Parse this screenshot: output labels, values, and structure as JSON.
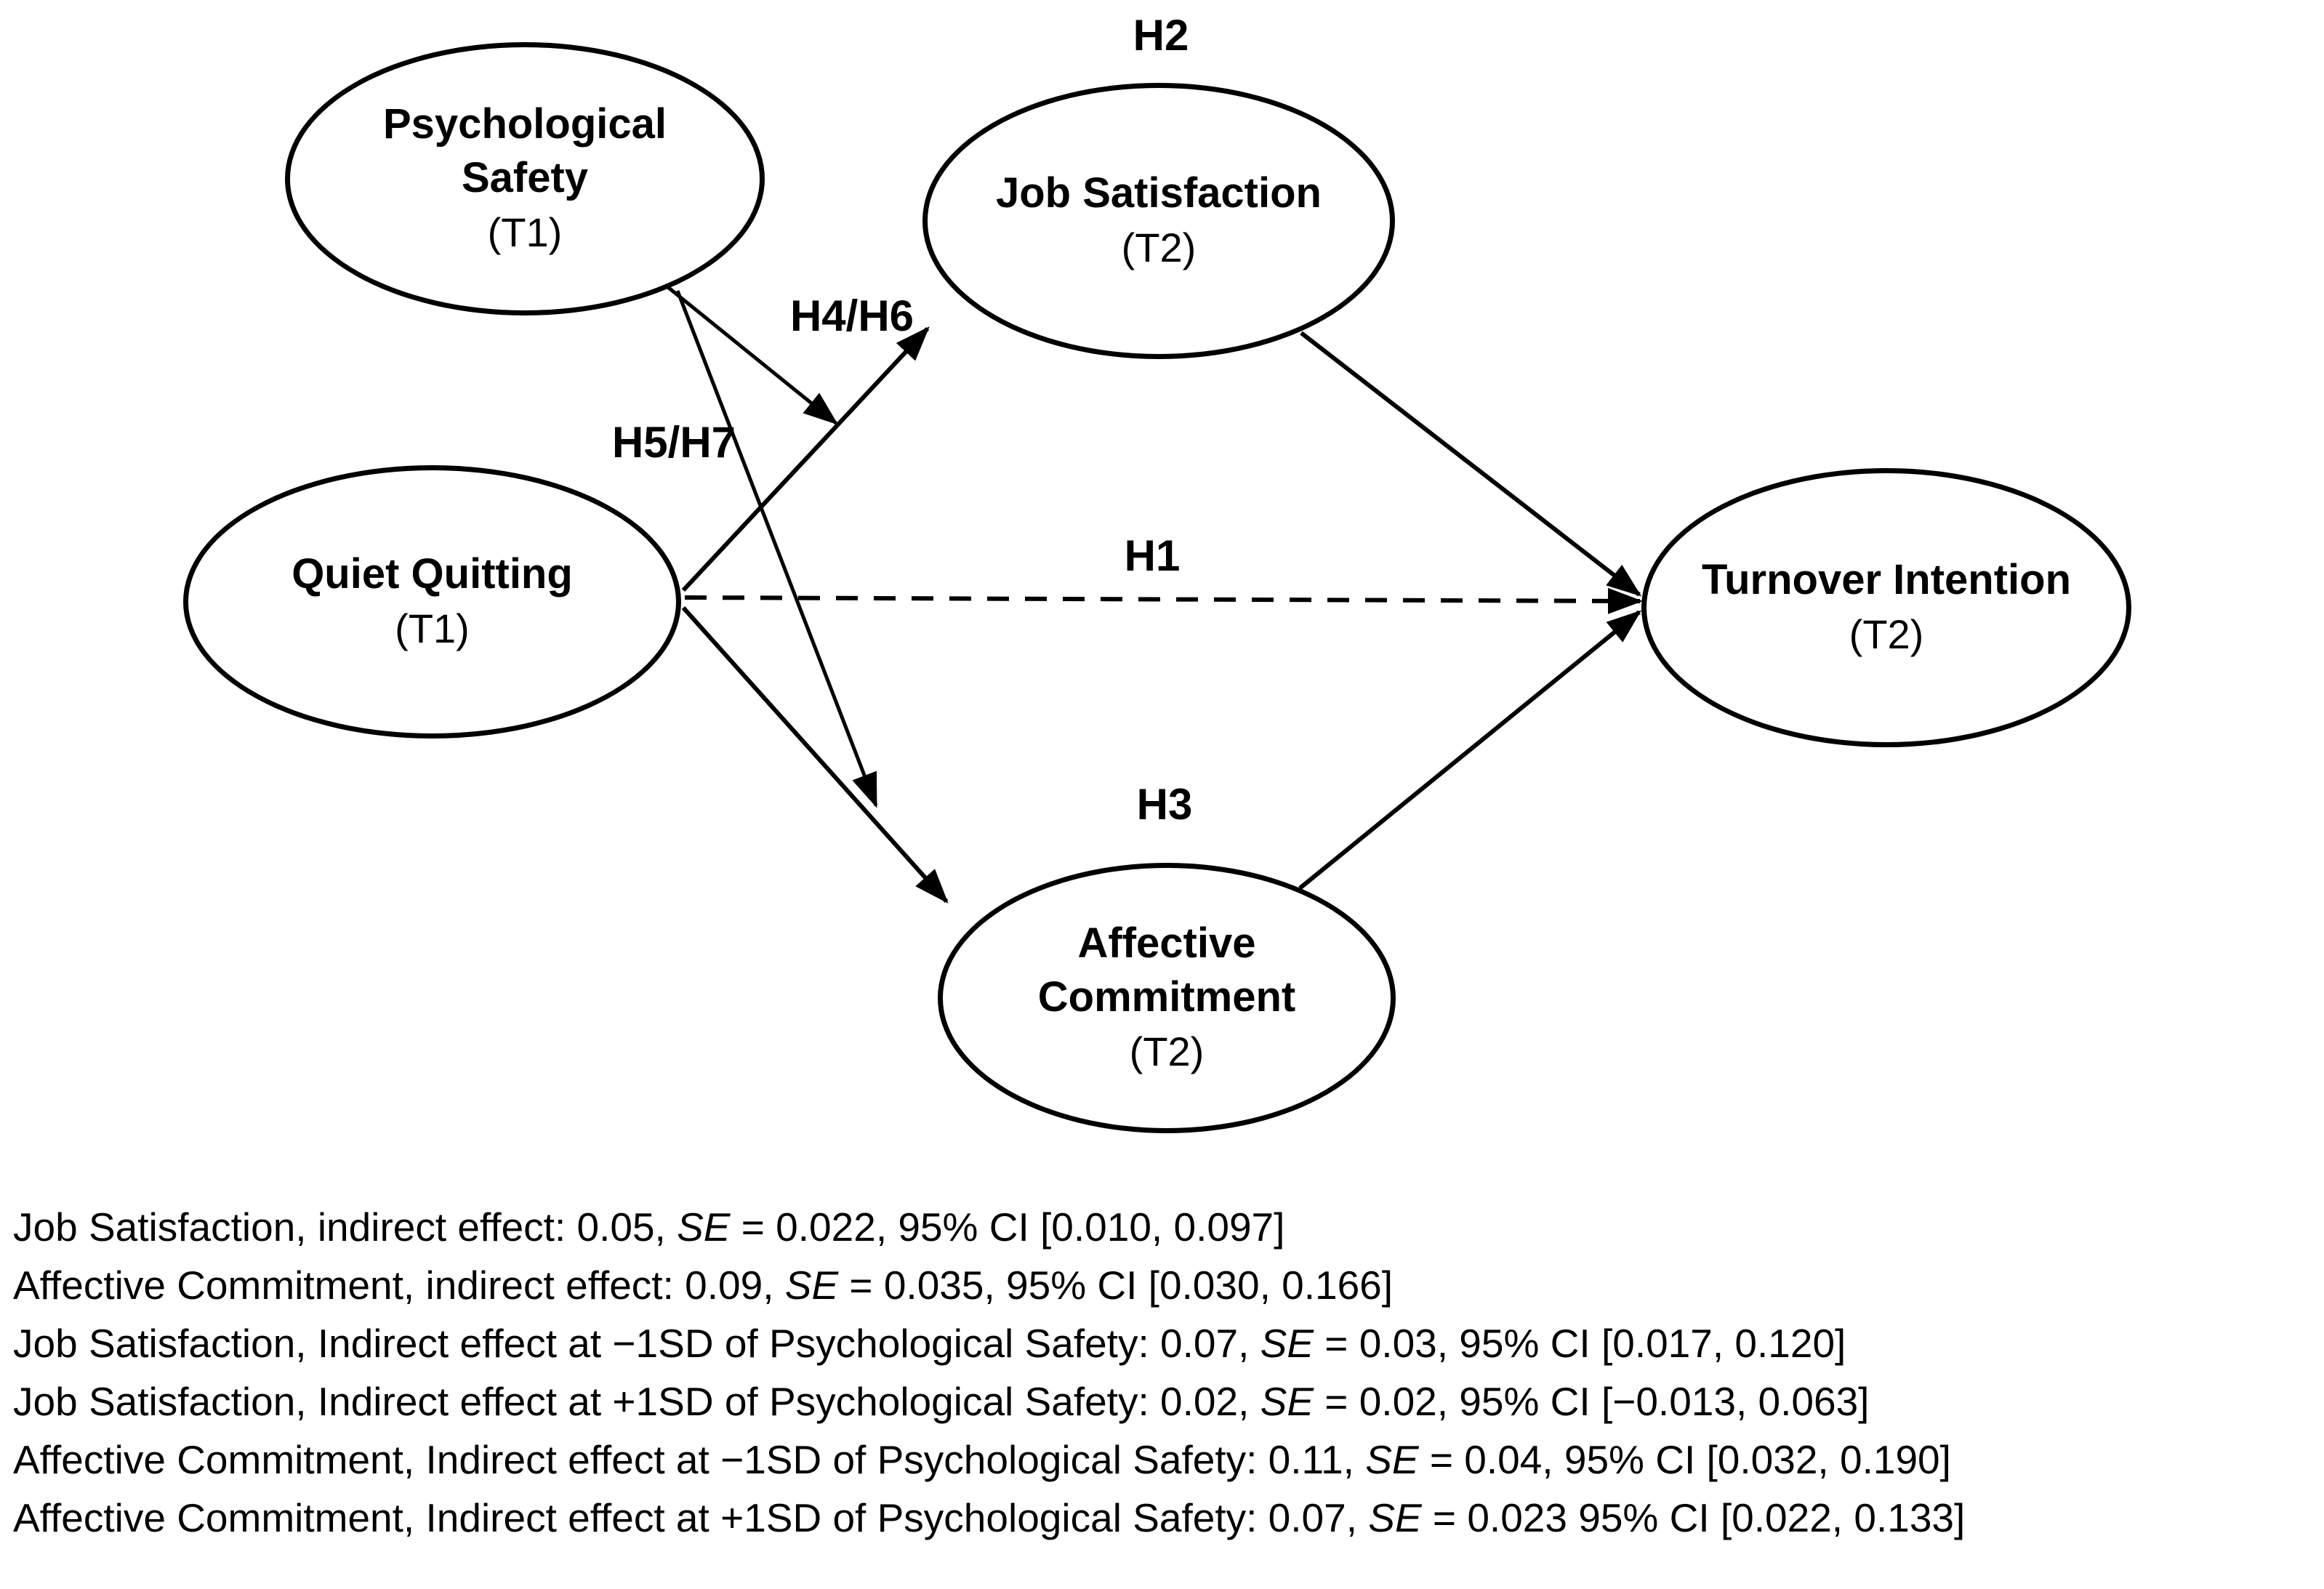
{
  "diagram": {
    "nodes": {
      "psychological_safety": {
        "name": "Psychological\nSafety",
        "time": "(T1)"
      },
      "job_satisfaction": {
        "name": "Job Satisfaction",
        "time": "(T2)"
      },
      "quiet_quitting": {
        "name": "Quiet Quitting",
        "time": "(T1)"
      },
      "turnover_intention": {
        "name": "Turnover Intention",
        "time": "(T2)"
      },
      "affective_commitment": {
        "name": "Affective\nCommitment",
        "time": "(T2)"
      }
    },
    "path_labels": {
      "h1": "H1",
      "h2": "H2",
      "h3": "H3",
      "h4_h6": "H4/H6",
      "h5_h7": "H5/H7"
    },
    "edges": [
      {
        "from": "Quiet Quitting (T1)",
        "to": "Job Satisfaction (T2)",
        "style": "solid"
      },
      {
        "from": "Quiet Quitting (T1)",
        "to": "Affective Commitment (T2)",
        "style": "solid"
      },
      {
        "from": "Quiet Quitting (T1)",
        "to": "Turnover Intention (T2)",
        "style": "dashed",
        "label": "H1"
      },
      {
        "from": "Job Satisfaction (T2)",
        "to": "Turnover Intention (T2)",
        "style": "solid",
        "label": "H2"
      },
      {
        "from": "Affective Commitment (T2)",
        "to": "Turnover Intention (T2)",
        "style": "solid",
        "label": "H3"
      },
      {
        "from": "Psychological Safety (T1)",
        "to": "path Quiet Quitting to Job Satisfaction",
        "style": "solid",
        "label": "H4/H6"
      },
      {
        "from": "Psychological Safety (T1)",
        "to": "path Quiet Quitting to Affective Commitment",
        "style": "solid",
        "label": "H5/H7"
      }
    ]
  },
  "footnotes": [
    {
      "segments": [
        {
          "t": "Job Satisfaction, indirect effect: 0.05, "
        },
        {
          "t": "SE",
          "i": true
        },
        {
          "t": " = 0.022, 95% CI [0.010, 0.097]"
        }
      ]
    },
    {
      "segments": [
        {
          "t": "Affective Commitment, indirect effect: 0.09, "
        },
        {
          "t": "SE",
          "i": true
        },
        {
          "t": " = 0.035, 95% CI [0.030, 0.166]"
        }
      ]
    },
    {
      "segments": [
        {
          "t": "Job Satisfaction, Indirect effect at −1SD of Psychological Safety: 0.07, "
        },
        {
          "t": "SE",
          "i": true
        },
        {
          "t": " = 0.03, 95% CI [0.017, 0.120]"
        }
      ]
    },
    {
      "segments": [
        {
          "t": "Job Satisfaction, Indirect effect at +1SD of Psychological Safety: 0.02, "
        },
        {
          "t": "SE",
          "i": true
        },
        {
          "t": " = 0.02, 95% CI [−0.013, 0.063]"
        }
      ]
    },
    {
      "segments": [
        {
          "t": "Affective Commitment, Indirect effect at −1SD of Psychological Safety: 0.11, "
        },
        {
          "t": "SE",
          "i": true
        },
        {
          "t": " = 0.04, 95% CI [0.032, 0.190]"
        }
      ]
    },
    {
      "segments": [
        {
          "t": "Affective Commitment, Indirect effect at +1SD of Psychological Safety: 0.07, "
        },
        {
          "t": "SE",
          "i": true
        },
        {
          "t": " = 0.023 95% CI [0.022, 0.133]"
        }
      ]
    }
  ],
  "colors": {
    "ink": "#000000",
    "background": "#ffffff"
  }
}
